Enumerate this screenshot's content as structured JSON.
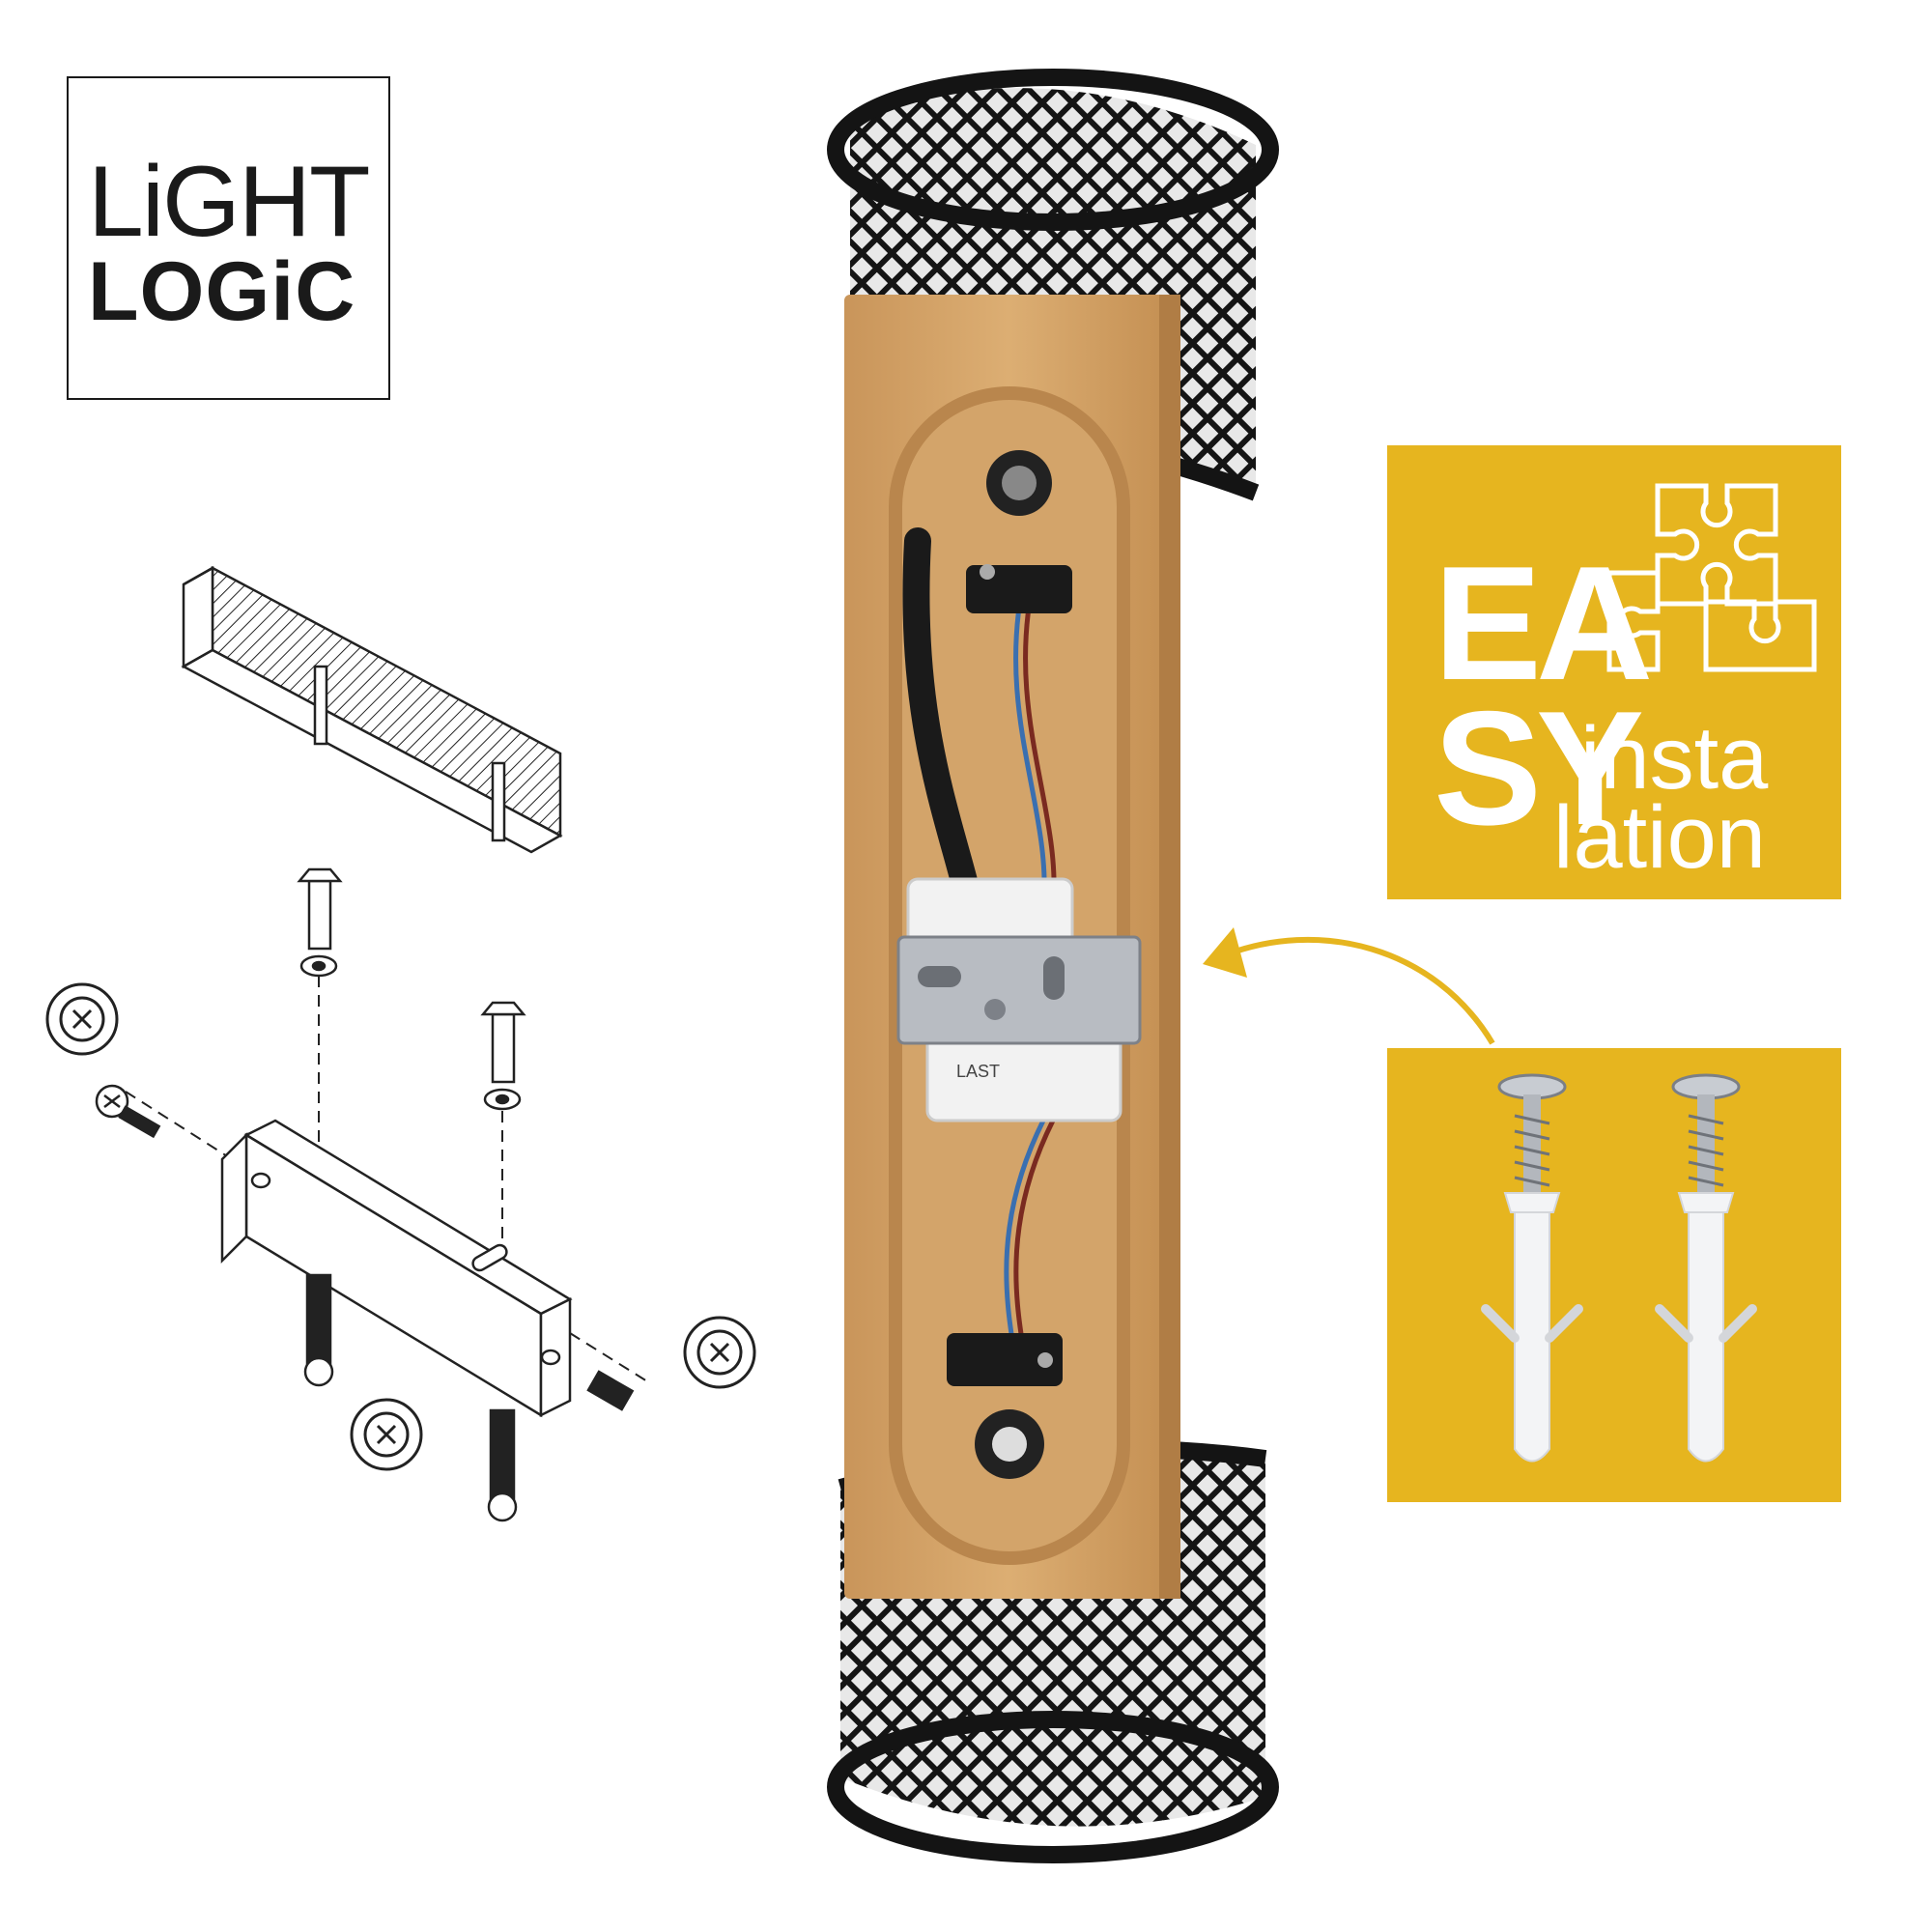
{
  "logo": {
    "line1": "LiGHT",
    "line2": "LOGiC"
  },
  "badge": {
    "ea": "EA",
    "sy": "SY",
    "insta": "insta",
    "lation": "lation"
  },
  "label": {
    "product_code": "LAST"
  },
  "colors": {
    "accent_yellow": "#e6b51f",
    "wood": "#d7a86b",
    "mesh_black": "#141414",
    "line_art": "#222222"
  }
}
